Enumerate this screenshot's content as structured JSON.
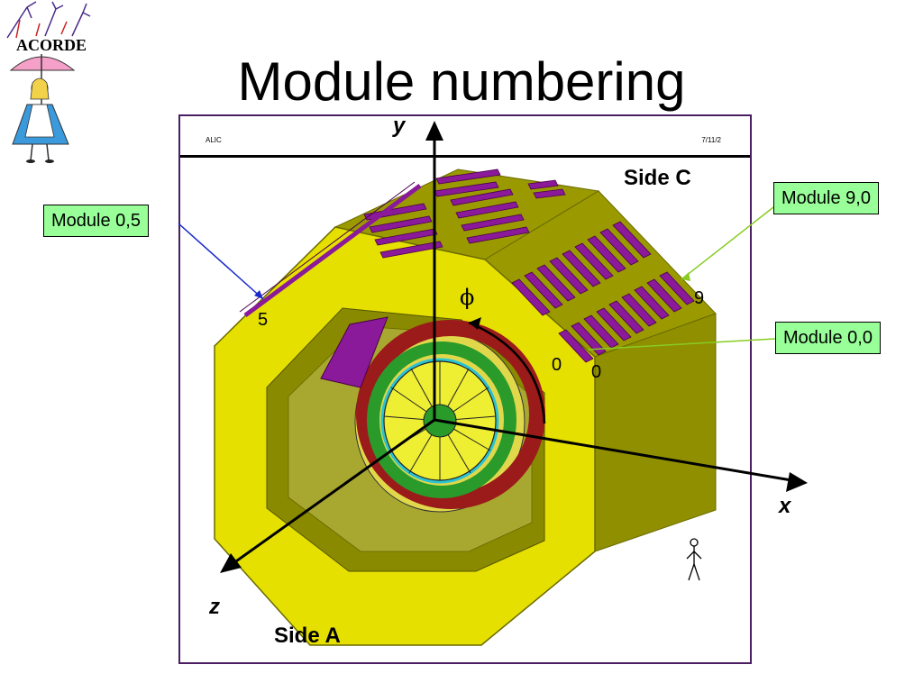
{
  "slide": {
    "title": "Module numbering",
    "logo_text": "ACORDE"
  },
  "figure": {
    "header_left": "ALIC",
    "header_right": "7/11/2",
    "side_c": "Side C",
    "side_a": "Side A",
    "axis_x": "x",
    "axis_y": "y",
    "axis_z": "z",
    "phi": "ϕ",
    "num_5": "5",
    "num_9": "9",
    "num_0a": "0",
    "num_0b": "0"
  },
  "callouts": {
    "module_0_5": "Module 0,5",
    "module_9_0": "Module 9,0",
    "module_0_0": "Module 0,0"
  },
  "colors": {
    "callout_bg": "#99ff99",
    "magnet_yellow": "#e5e000",
    "magnet_olive": "#9a9a00",
    "module_purple": "#8a1a9a",
    "figure_border": "#4b1e63"
  }
}
